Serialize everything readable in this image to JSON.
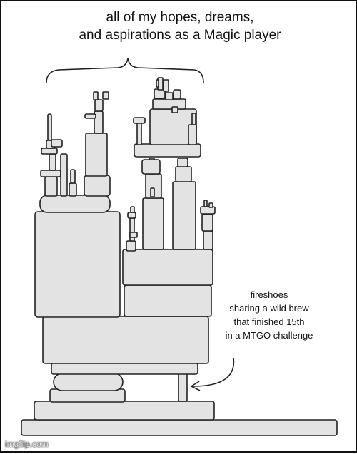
{
  "meme": {
    "top_caption": {
      "lines": [
        "all of my hopes, dreams,",
        "and aspirations as a Magic player"
      ]
    },
    "annotation": {
      "lines": [
        "fireshoes",
        "sharing a wild brew",
        "that finished 15th",
        "in a MTGO challenge"
      ]
    },
    "watermark": "imgflip.com"
  }
}
